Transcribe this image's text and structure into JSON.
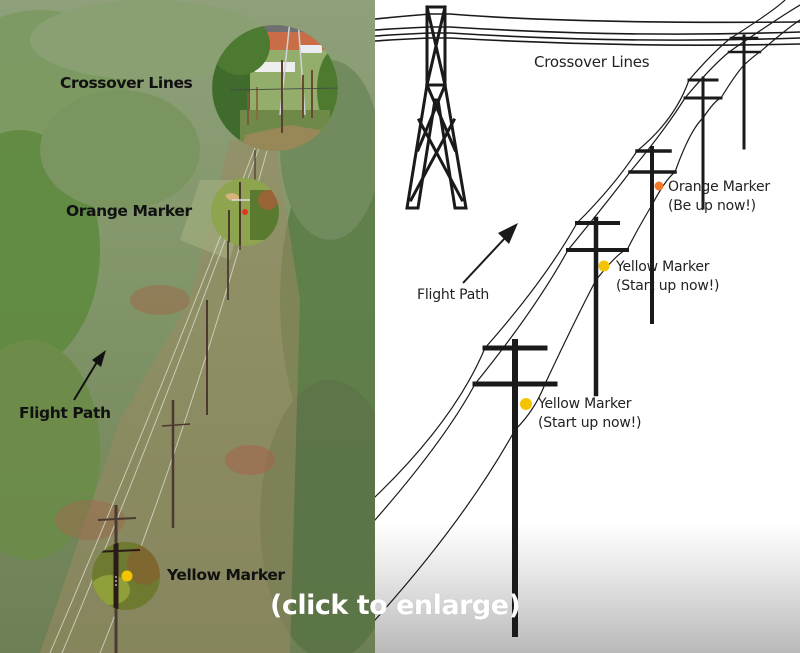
{
  "photo": {
    "labels": {
      "crossover": "Crossover Lines",
      "orange": "Orange Marker",
      "flight": "Flight Path",
      "yellow": "Yellow Marker"
    }
  },
  "diagram": {
    "labels": {
      "crossover": "Crossover Lines",
      "flight": "Flight Path",
      "orange_title": "Orange Marker",
      "orange_note": "(Be up now!)",
      "yellow1_title": "Yellow Marker",
      "yellow1_note": "(Start up now!)",
      "yellow2_title": "Yellow Marker",
      "yellow2_note": "(Start up now!)"
    }
  },
  "overlay": {
    "enlarge_label": "(click to enlarge)"
  },
  "colors": {
    "orange_marker": "#f07a2a",
    "yellow_marker": "#f5c400",
    "line_ink": "#1a1a1a"
  }
}
